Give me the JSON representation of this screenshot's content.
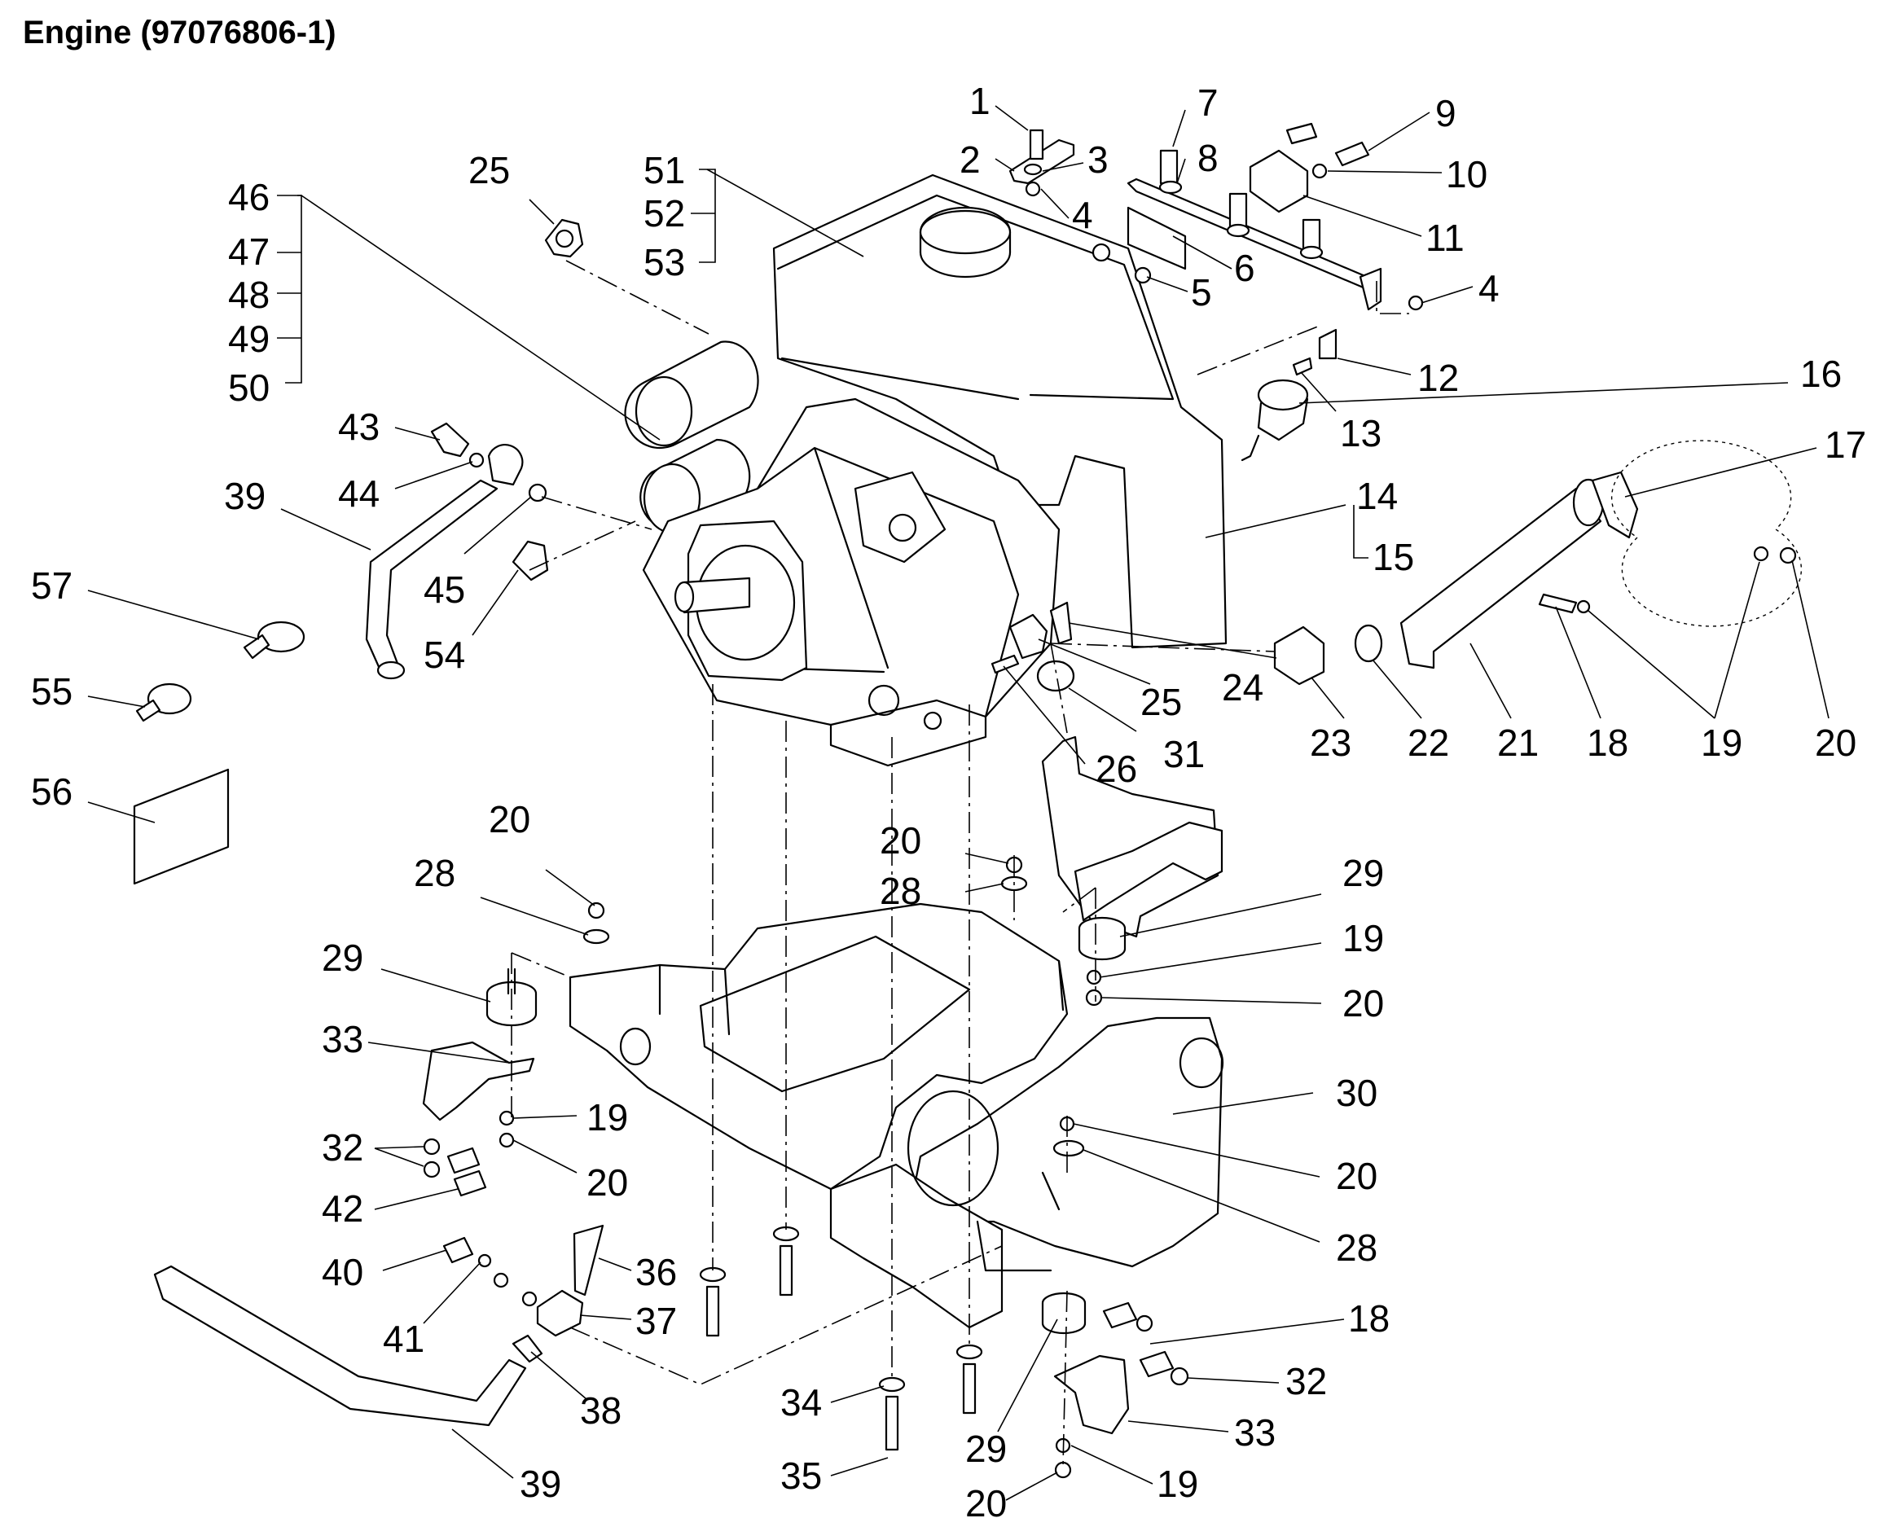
{
  "title": "Engine (97076806-1)",
  "callouts": [
    {
      "n": "1"
    },
    {
      "n": "2"
    },
    {
      "n": "3"
    },
    {
      "n": "4"
    },
    {
      "n": "7"
    },
    {
      "n": "8"
    },
    {
      "n": "9"
    },
    {
      "n": "10"
    },
    {
      "n": "11"
    },
    {
      "n": "4"
    },
    {
      "n": "5"
    },
    {
      "n": "6"
    },
    {
      "n": "12"
    },
    {
      "n": "13"
    },
    {
      "n": "25"
    },
    {
      "n": "51"
    },
    {
      "n": "52"
    },
    {
      "n": "53"
    },
    {
      "n": "46"
    },
    {
      "n": "47"
    },
    {
      "n": "48"
    },
    {
      "n": "49"
    },
    {
      "n": "50"
    },
    {
      "n": "43"
    },
    {
      "n": "44"
    },
    {
      "n": "39"
    },
    {
      "n": "45"
    },
    {
      "n": "54"
    },
    {
      "n": "57"
    },
    {
      "n": "55"
    },
    {
      "n": "56"
    },
    {
      "n": "16"
    },
    {
      "n": "17"
    },
    {
      "n": "14"
    },
    {
      "n": "15"
    },
    {
      "n": "24"
    },
    {
      "n": "25"
    },
    {
      "n": "31"
    },
    {
      "n": "26"
    },
    {
      "n": "23"
    },
    {
      "n": "22"
    },
    {
      "n": "21"
    },
    {
      "n": "18"
    },
    {
      "n": "19"
    },
    {
      "n": "20"
    },
    {
      "n": "20"
    },
    {
      "n": "28"
    },
    {
      "n": "20"
    },
    {
      "n": "28"
    },
    {
      "n": "29"
    },
    {
      "n": "29"
    },
    {
      "n": "19"
    },
    {
      "n": "20"
    },
    {
      "n": "33"
    },
    {
      "n": "19"
    },
    {
      "n": "20"
    },
    {
      "n": "30"
    },
    {
      "n": "20"
    },
    {
      "n": "28"
    },
    {
      "n": "32"
    },
    {
      "n": "42"
    },
    {
      "n": "40"
    },
    {
      "n": "41"
    },
    {
      "n": "36"
    },
    {
      "n": "37"
    },
    {
      "n": "38"
    },
    {
      "n": "39"
    },
    {
      "n": "34"
    },
    {
      "n": "35"
    },
    {
      "n": "29"
    },
    {
      "n": "18"
    },
    {
      "n": "32"
    },
    {
      "n": "33"
    },
    {
      "n": "19"
    },
    {
      "n": "20"
    }
  ]
}
